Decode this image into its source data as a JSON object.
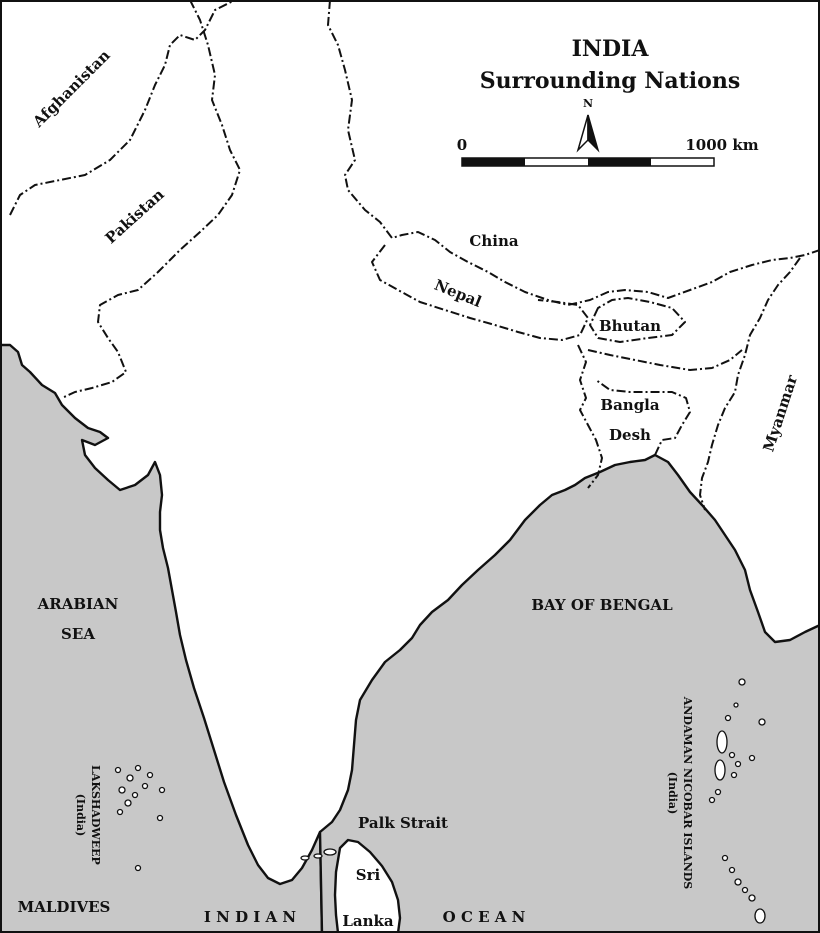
{
  "map": {
    "title": "INDIA",
    "subtitle": "Surrounding Nations",
    "north_label": "N",
    "scale": {
      "start_label": "0",
      "end_label": "1000 km"
    },
    "colors": {
      "sea": "#c8c8c8",
      "land": "#ffffff",
      "line": "#111111"
    },
    "countries": {
      "afghanistan": "Afghanistan",
      "pakistan": "Pakistan",
      "china": "China",
      "nepal": "Nepal",
      "bhutan": "Bhutan",
      "bangladesh_line1": "Bangla",
      "bangladesh_line2": "Desh",
      "myanmar": "Myanmar",
      "srilanka_line1": "Sri",
      "srilanka_line2": "Lanka",
      "maldives": "MALDIVES"
    },
    "water": {
      "arabian_line1": "ARABIAN",
      "arabian_line2": "SEA",
      "bay_of_bengal": "BAY OF BENGAL",
      "indian_ocean_part1": "I N D I A N",
      "indian_ocean_part2": "O C E A N",
      "palk_strait": "Palk Strait"
    },
    "islands": {
      "lakshadweep_line1": "LAKSHADWEEP",
      "lakshadweep_line2": "(India)",
      "andaman_line1": "ANDAMAN NICOBAR ISLANDS",
      "andaman_line2": "(India)"
    }
  }
}
